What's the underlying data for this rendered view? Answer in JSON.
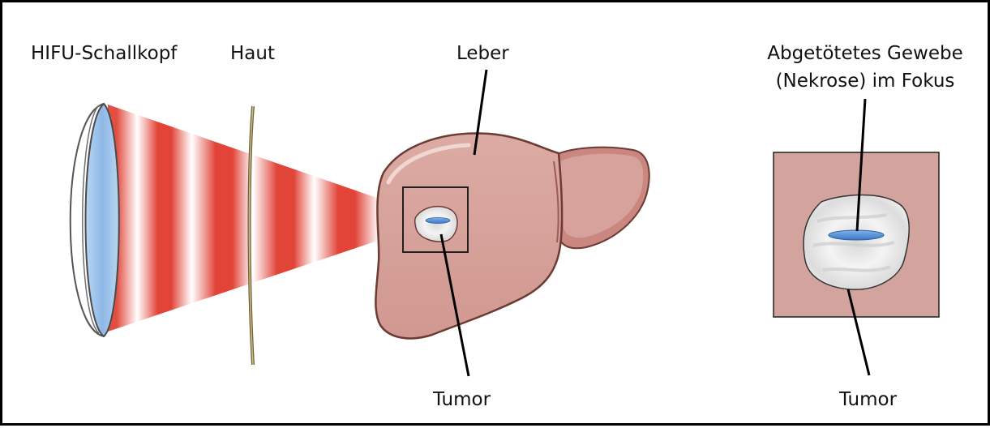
{
  "labels": {
    "transducer": "HIFU-Schallkopf",
    "skin": "Haut",
    "liver": "Leber",
    "necrosis_line1": "Abgetötetes Gewebe",
    "necrosis_line2": "(Nekrose) im Fokus",
    "tumor_left": "Tumor",
    "tumor_right": "Tumor"
  },
  "colors": {
    "beam_red": "#e03a2e",
    "liver_fill": "#d6a29b",
    "liver_outline": "#6b3b34",
    "tumor_fill": "#eeeeee",
    "lesion_blue": "#4a8ad6",
    "transducer_blue": "#9cc3ea",
    "skin_line": "#8c7d4e",
    "inset_fill": "#d3a49e"
  }
}
